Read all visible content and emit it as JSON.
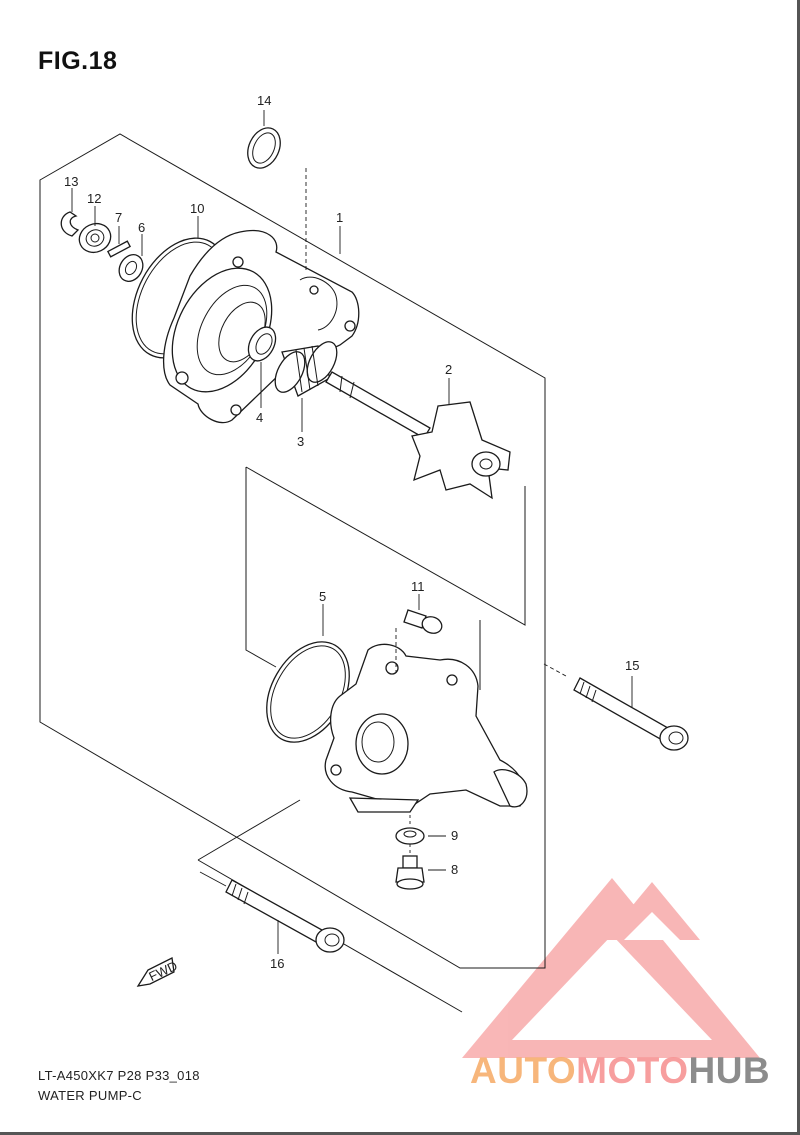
{
  "figure": {
    "title": "FIG.18",
    "model_code": "LT-A450XK7 P28 P33_018",
    "name": "WATER PUMP-C"
  },
  "callouts": [
    "1",
    "2",
    "3",
    "4",
    "5",
    "6",
    "7",
    "8",
    "9",
    "10",
    "11",
    "12",
    "13",
    "14",
    "15",
    "16"
  ],
  "fwd_mark": "FWD",
  "watermark": {
    "part1": "AUTO",
    "part2": "MOTO",
    "part3": "HUB",
    "colors": {
      "auto": "#f6b070",
      "moto": "#f69696",
      "hub": "#828282",
      "triangle": "#f47c7c"
    }
  }
}
